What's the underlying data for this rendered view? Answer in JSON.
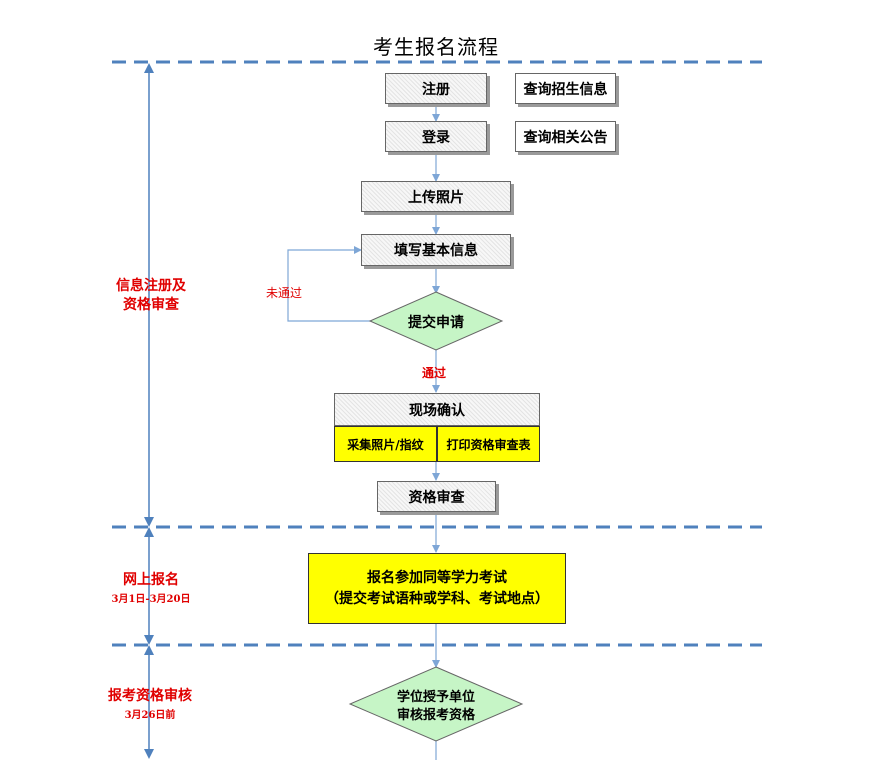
{
  "title": "考生报名流程",
  "boxes": {
    "register": "注册",
    "login": "登录",
    "query_admission": "查询招生信息",
    "query_notice": "查询相关公告",
    "upload_photo": "上传照片",
    "fill_info": "填写基本信息",
    "submit_application": "提交申请",
    "onsite_confirm": "现场确认",
    "collect_photo_fingerprint": "采集照片/指纹",
    "print_review_form": "打印资格审查表",
    "qualification_review": "资格审查",
    "signup_exam_line1": "报名参加同等学力考试",
    "signup_exam_line2": "（提交考试语种或学科、考试地点）",
    "degree_review_line1": "学位授予单位",
    "degree_review_line2": "审核报考资格"
  },
  "edge_labels": {
    "not_passed": "未通过",
    "passed": "通过"
  },
  "stages": [
    {
      "line1": "信息注册及",
      "line2": "资格审查",
      "date": ""
    },
    {
      "line1": "网上报名",
      "line2": "",
      "date": "3月1日-3月20日"
    },
    {
      "line1": "报考资格审核",
      "line2": "",
      "date": "3月26日前"
    }
  ],
  "colors": {
    "stage_text": "#e00000",
    "dashed_divider": "#4f81bd",
    "connector": "#7ea6d6",
    "highlight_box": "#ffff00",
    "diamond_fill": "#c6f5c6"
  }
}
